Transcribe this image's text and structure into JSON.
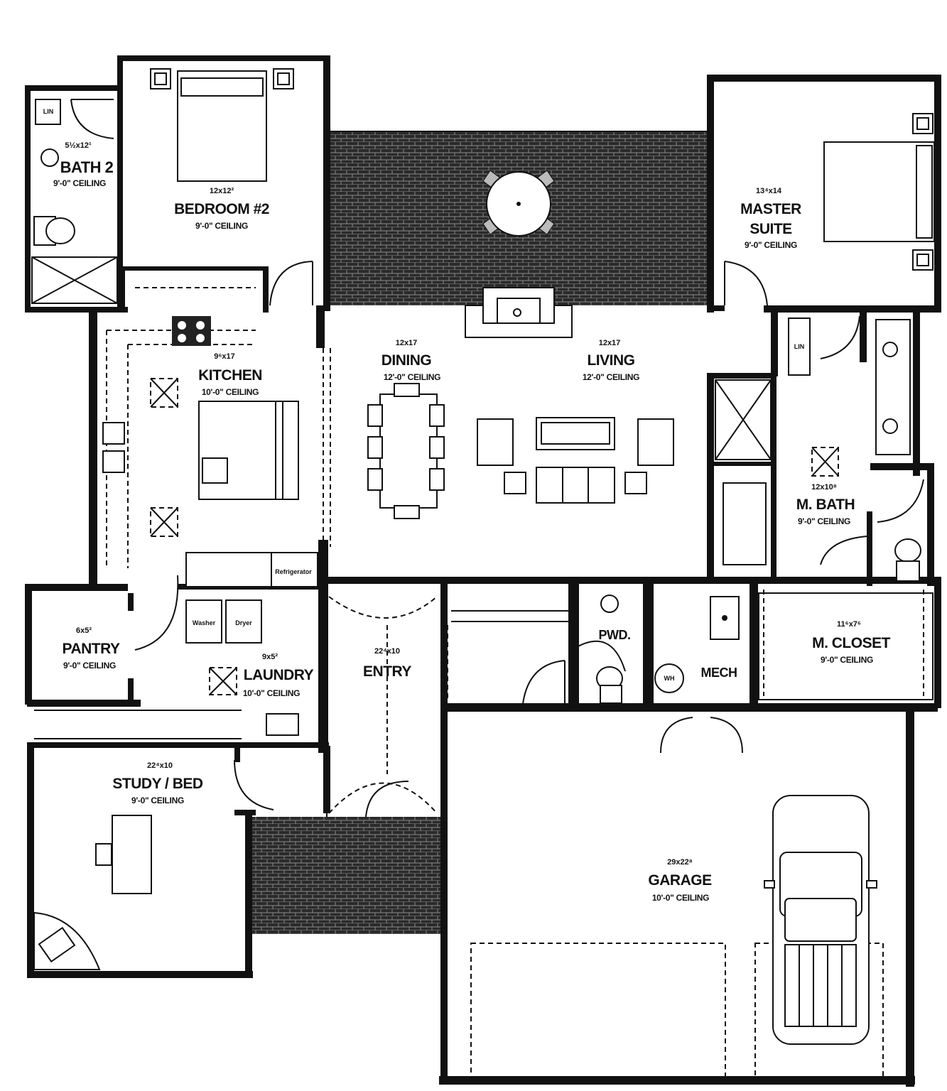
{
  "rooms": {
    "bath2": {
      "name": "BATH 2",
      "dim": "5½x12¹",
      "ceiling": "9'-0\" CEILING"
    },
    "bedroom2": {
      "name": "BEDROOM #2",
      "dim": "12x12²",
      "ceiling": "9'-0\" CEILING"
    },
    "master": {
      "name1": "MASTER",
      "name2": "SUITE",
      "dim": "13⁴x14",
      "ceiling": "9'-0\" CEILING"
    },
    "kitchen": {
      "name": "KITCHEN",
      "dim": "9⁶x17",
      "ceiling": "10'-0\" CEILING"
    },
    "dining": {
      "name": "DINING",
      "dim": "12x17",
      "ceiling": "12'-0\" CEILING"
    },
    "living": {
      "name": "LIVING",
      "dim": "12x17",
      "ceiling": "12'-0\" CEILING"
    },
    "mbath": {
      "name": "M. BATH",
      "dim": "12x10⁸",
      "ceiling": "9'-0\" CEILING"
    },
    "pantry": {
      "name": "PANTRY",
      "dim": "6x5²",
      "ceiling": "9'-0\" CEILING"
    },
    "laundry": {
      "name": "LAUNDRY",
      "dim": "9x5²",
      "ceiling": "10'-0\" CEILING"
    },
    "entry": {
      "name": "ENTRY",
      "dim": "22⁴x10"
    },
    "pwd": {
      "name": "PWD."
    },
    "mech": {
      "name": "MECH"
    },
    "mcloset": {
      "name": "M. CLOSET",
      "dim": "11⁶x7⁶",
      "ceiling": "9'-0\" CEILING"
    },
    "study": {
      "name": "STUDY / BED",
      "dim": "22⁴x10",
      "ceiling": "9'-0\" CEILING"
    },
    "garage": {
      "name": "GARAGE",
      "dim": "29x22⁸",
      "ceiling": "10'-0\" CEILING"
    }
  },
  "fixtures": {
    "lin": "LIN",
    "washer": "Washer",
    "dryer": "Dryer",
    "wh": "WH",
    "refrigerator": "Refrigerator"
  }
}
